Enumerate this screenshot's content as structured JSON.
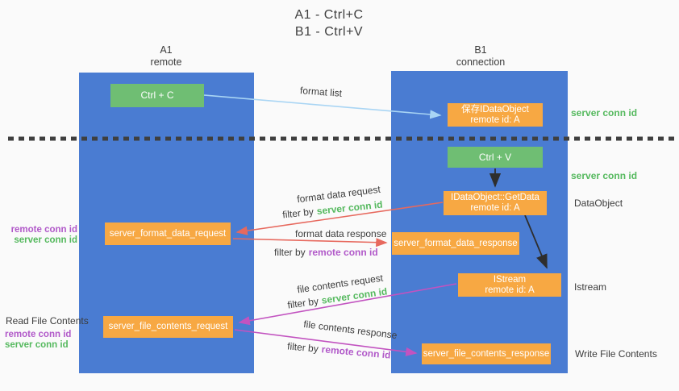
{
  "title": {
    "line1": "A1 - Ctrl+C",
    "line2": "B1 - Ctrl+V"
  },
  "columns": {
    "a1": {
      "name": "A1",
      "subtitle": "remote"
    },
    "b1": {
      "name": "B1",
      "subtitle": "connection"
    }
  },
  "nodes": {
    "ctrl_c": "Ctrl + C",
    "ctrl_v": "Ctrl + V",
    "save_idataobject": {
      "line1": "保存IDataObject",
      "line2": "remote id: A"
    },
    "getdata": {
      "line1": "IDataObject::GetData",
      "line2": "remote id: A"
    },
    "istream": {
      "line1": "IStream",
      "line2": "remote id: A"
    },
    "server_format_data_request": "server_format_data_request",
    "server_format_data_response": "server_format_data_response",
    "server_file_contents_request": "server_file_contents_request",
    "server_file_contents_response": "server_file_contents_response"
  },
  "labels": {
    "format_list": "format list",
    "format_data_request": "format data request",
    "format_data_response": "format data response",
    "file_contents_request": "file contents request",
    "file_contents_response": "file contents response",
    "filter_by": "filter by",
    "server_conn_id": "server conn id",
    "remote_conn_id": "remote conn id",
    "dataobject": "DataObject",
    "istream_side": "Istream",
    "read_file_contents": "Read File Contents",
    "write_file_contents": "Write File Contents"
  },
  "colors": {
    "lifeline_blue": "#4a7cd2",
    "node_green": "#6fbe73",
    "node_orange": "#f7a843",
    "arrow_light_blue": "#a9d5f4",
    "arrow_red": "#e7695e",
    "arrow_magenta": "#c253c0",
    "arrow_black": "#2e2e2e",
    "text_green": "#55b95e",
    "text_purple": "#b159c9",
    "dotted_line": "#3f3f3f",
    "background": "#fafafa"
  }
}
